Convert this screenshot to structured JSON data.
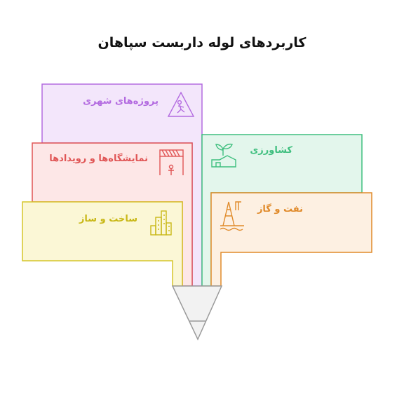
{
  "title": "کاربردهای لوله داربست سپاهان",
  "items": [
    {
      "label": "پروژه‌های شهری",
      "icon": "worker-sign-icon",
      "color": "#b36be0"
    },
    {
      "label": "نمایشگاه‌ها و رویدادها",
      "icon": "exhibition-stage-icon",
      "color": "#e05555"
    },
    {
      "label": "ساخت و ساز",
      "icon": "buildings-icon",
      "color": "#c9b818"
    },
    {
      "label": "کشاورزی",
      "icon": "farm-sprout-icon",
      "color": "#3fbf7f"
    },
    {
      "label": "نفت و گاز",
      "icon": "oil-rig-icon",
      "color": "#e08a2a"
    }
  ]
}
